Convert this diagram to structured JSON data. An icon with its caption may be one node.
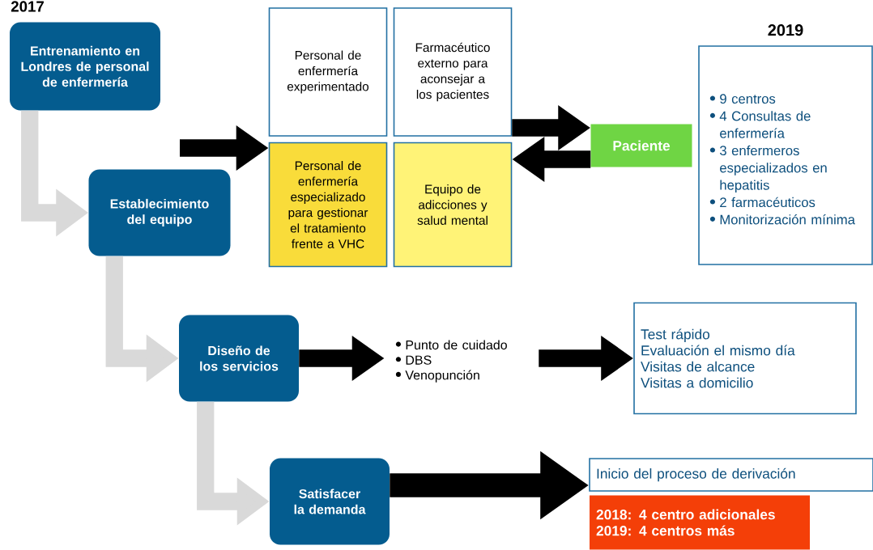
{
  "diagram": {
    "nodes": [
      {
        "text": [
          "Entrenamiento en Londres de personal de enfermería"
        ]
      },
      {
        "text": [
          "Establecimiento del equipo"
        ]
      },
      {
        "text": [
          "Diseño de los servicios"
        ]
      },
      {
        "text": [
          "Satisfacer la demanda"
        ]
      },
      {
        "text": [
          "Personal de enfermería experimentado"
        ]
      },
      {
        "text": [
          "Farmacéutico externo para aconsejar a los pacientes"
        ]
      },
      {
        "text": [
          "Personal de enfermería especializado para gestionar el tratamiento frente a VHC"
        ]
      },
      {
        "text": [
          "Equipo de adicciones y salud mental"
        ]
      },
      {
        "text": [
          "Paciente"
        ]
      },
      {
        "text": [
          "2019",
          "9 centros",
          "4 Consultas de enfermería",
          "3 enfermeros especializados en hepatitis",
          "2 farmacéuticos",
          "Monitorización mínima"
        ]
      },
      {
        "text": [
          "Punto de cuidado",
          "DBS",
          "Venopunción"
        ]
      },
      {
        "text": [
          "Test rápido",
          "Evaluación el mismo día",
          "Visitas de alcance",
          "Visitas a domicilio"
        ]
      },
      {
        "text": [
          "Inicio del proceso de derivación"
        ]
      },
      {
        "text": [
          "2018: 4 centro adicionales",
          "2019: 4 centros más"
        ]
      }
    ],
    "edges": [
      {
        "from": 0,
        "to": 1,
        "arrow": "to",
        "color": "#d9d9d9"
      },
      {
        "from": 1,
        "to": 2,
        "arrow": "to",
        "color": "#d9d9d9"
      },
      {
        "from": 2,
        "to": 3,
        "arrow": "to",
        "color": "#d9d9d9"
      },
      {
        "from": null,
        "to": 6,
        "arrow": "to"
      },
      {
        "from": 5,
        "to": 8,
        "arrow": "to"
      },
      {
        "from": 8,
        "to": 7,
        "arrow": "to"
      },
      {
        "from": 2,
        "to": 10,
        "arrow": "to"
      },
      {
        "from": 10,
        "to": 11,
        "arrow": "to"
      },
      {
        "from": 3,
        "to": 12,
        "arrow": "to"
      }
    ],
    "labels": [
      "2017"
    ]
  }
}
